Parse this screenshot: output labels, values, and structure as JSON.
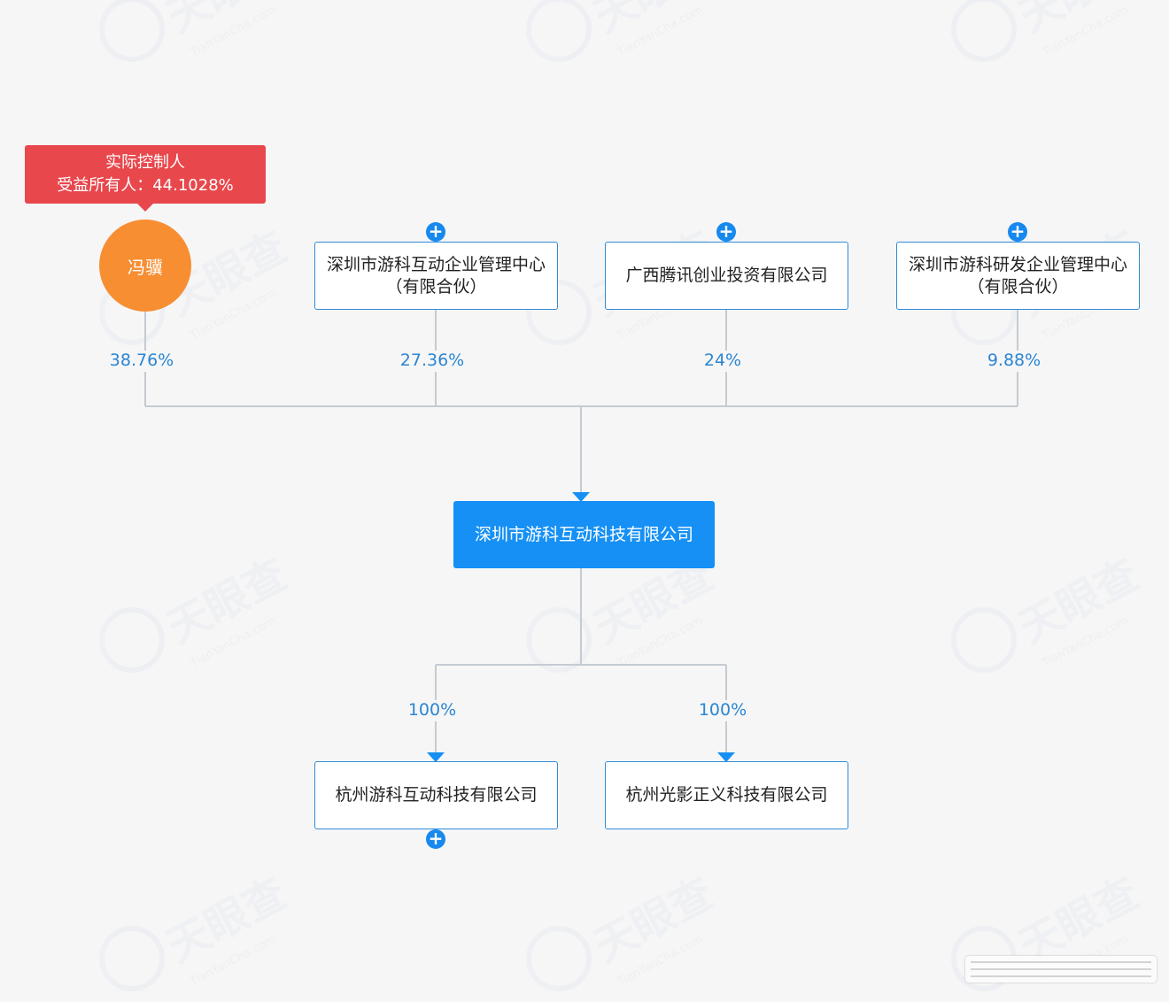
{
  "controller": {
    "tag_title": "实际控制人",
    "tag_detail": "受益所有人：44.1028%",
    "name": "冯骥"
  },
  "shareholders": [
    {
      "name": "深圳市游科互动企业管理中心（有限合伙）",
      "percent": "27.36%"
    },
    {
      "name": "广西腾讯创业投资有限公司",
      "percent": "24%"
    },
    {
      "name": "深圳市游科研发企业管理中心（有限合伙）",
      "percent": "9.88%"
    }
  ],
  "controller_percent": "38.76%",
  "company": {
    "name": "深圳市游科互动科技有限公司"
  },
  "subsidiaries": [
    {
      "name": "杭州游科互动科技有限公司",
      "percent": "100%"
    },
    {
      "name": "杭州光影正义科技有限公司",
      "percent": "100%"
    }
  ],
  "watermark": {
    "text": "天眼查",
    "sub": "TianYanCha.com"
  },
  "colors": {
    "primary": "#1690f5",
    "line": "#c5cbd3",
    "percent": "#2b86d3",
    "controller_tag": "#e8474c",
    "person": "#f78e32"
  },
  "icons": {
    "expand": "plus-circle-icon",
    "arrow": "triangle-down-icon"
  }
}
